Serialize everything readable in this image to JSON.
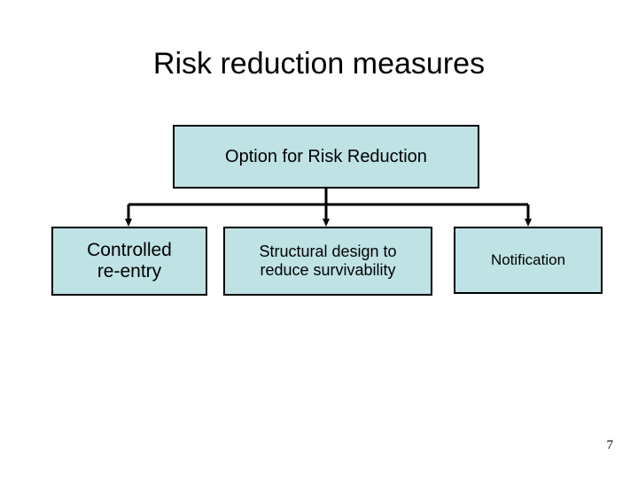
{
  "slide": {
    "title": "Risk reduction measures",
    "page_number": "7",
    "background_color": "#ffffff"
  },
  "theme": {
    "box_fill": "#bfe2e5",
    "box_border": "#000000",
    "text_color": "#000000",
    "connector_color": "#000000"
  },
  "diagram": {
    "type": "tree",
    "orientation": "top-down",
    "root": {
      "id": "option-for-risk-reduction",
      "label": "Option for Risk Reduction"
    },
    "children": [
      {
        "id": "controlled-re-entry",
        "label": "Controlled\nre-entry"
      },
      {
        "id": "structural-design",
        "label": "Structural design to\nreduce survivability"
      },
      {
        "id": "notification",
        "label": "Notification"
      }
    ],
    "connectors": {
      "count": 3,
      "style": "orthogonal-elbow",
      "arrowhead": "filled-triangle"
    }
  }
}
